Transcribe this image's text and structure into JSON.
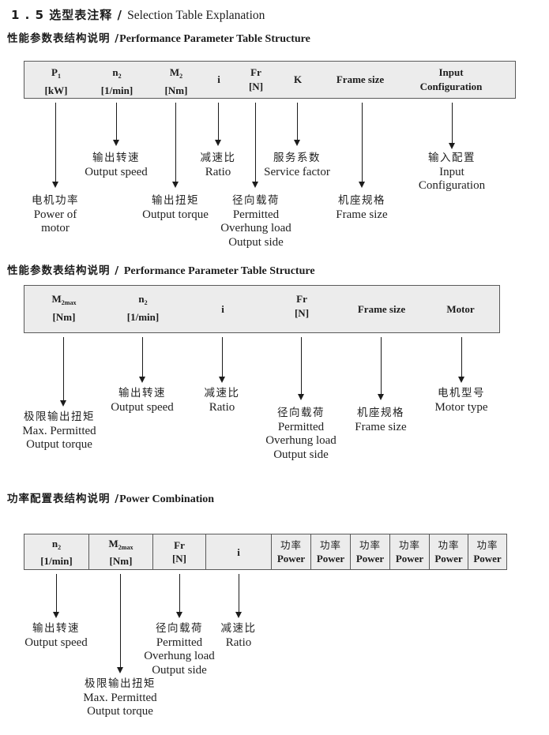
{
  "title": {
    "zh": "1 . 5 选型表注释 / ",
    "en": "Selection Table Explanation"
  },
  "colors": {
    "page_bg": "#ffffff",
    "table_bg": "#ececec",
    "table_border": "#595959",
    "text": "#1c1c1c",
    "arrow": "#1c1c1c"
  },
  "s1": {
    "heading": {
      "zh": "性能参数表结构说明 /",
      "en": "Performance Parameter Table Structure"
    },
    "cols": [
      {
        "l1": "P",
        "sub": "1",
        "l2": "[kW]"
      },
      {
        "l1": "n",
        "sub": "2",
        "l2": "[1/min]"
      },
      {
        "l1": "M",
        "sub": "2",
        "l2": "[Nm]"
      },
      {
        "l1": "i"
      },
      {
        "l1": "Fr",
        "l2": "[N]"
      },
      {
        "l1": "K"
      },
      {
        "l1": "Frame size"
      },
      {
        "l1": "Input",
        "l2": "Configuration"
      }
    ],
    "callouts": [
      {
        "lines": [
          "电机功率",
          "Power of",
          "motor"
        ]
      },
      {
        "lines": [
          "输出转速",
          "Output speed"
        ]
      },
      {
        "lines": [
          "输出扭矩",
          "Output torque"
        ]
      },
      {
        "lines": [
          "减速比",
          "Ratio"
        ]
      },
      {
        "lines": [
          "径向载荷",
          "Permitted",
          "Overhung load",
          "Output side"
        ]
      },
      {
        "lines": [
          "服务系数",
          "Service factor"
        ]
      },
      {
        "lines": [
          "机座规格",
          "Frame size"
        ]
      },
      {
        "lines": [
          "输入配置",
          "Input",
          "Configuration"
        ]
      }
    ]
  },
  "s2": {
    "heading": {
      "zh": "性能参数表结构说明 / ",
      "en": "Performance Parameter Table Structure"
    },
    "cols": [
      {
        "l1": "M",
        "sub": "2max",
        "l2": "[Nm]"
      },
      {
        "l1": "n",
        "sub": "2",
        "l2": "[1/min]"
      },
      {
        "l1": "i"
      },
      {
        "l1": "Fr",
        "l2": "[N]"
      },
      {
        "l1": "Frame size"
      },
      {
        "l1": "Motor"
      }
    ],
    "callouts": [
      {
        "lines": [
          "极限输出扭矩",
          "Max. Permitted",
          "Output  torque"
        ]
      },
      {
        "lines": [
          "输出转速",
          "Output speed"
        ]
      },
      {
        "lines": [
          "减速比",
          "Ratio"
        ]
      },
      {
        "lines": [
          "径向载荷",
          "Permitted",
          "Overhung load",
          "Output side"
        ]
      },
      {
        "lines": [
          "机座规格",
          "Frame size"
        ]
      },
      {
        "lines": [
          "电机型号",
          "Motor type"
        ]
      }
    ]
  },
  "s3": {
    "heading": {
      "zh": "功率配置表结构说明 /",
      "en": "Power Combination"
    },
    "cols": [
      {
        "l1": "n",
        "sub": "2",
        "l2": "[1/min]"
      },
      {
        "l1": "M",
        "sub": "2max",
        "l2": "[Nm]"
      },
      {
        "l1": "Fr",
        "l2": "[N]"
      },
      {
        "l1": "i"
      }
    ],
    "power": {
      "zh": "功率",
      "en": "Power"
    },
    "callouts": [
      {
        "lines": [
          "输出转速",
          "Output speed"
        ]
      },
      {
        "lines": [
          "极限输出扭矩",
          "Max. Permitted",
          "Output  torque"
        ]
      },
      {
        "lines": [
          "径向载荷",
          "Permitted",
          "Overhung load",
          "Output side"
        ]
      },
      {
        "lines": [
          "减速比",
          "Ratio"
        ]
      }
    ]
  }
}
